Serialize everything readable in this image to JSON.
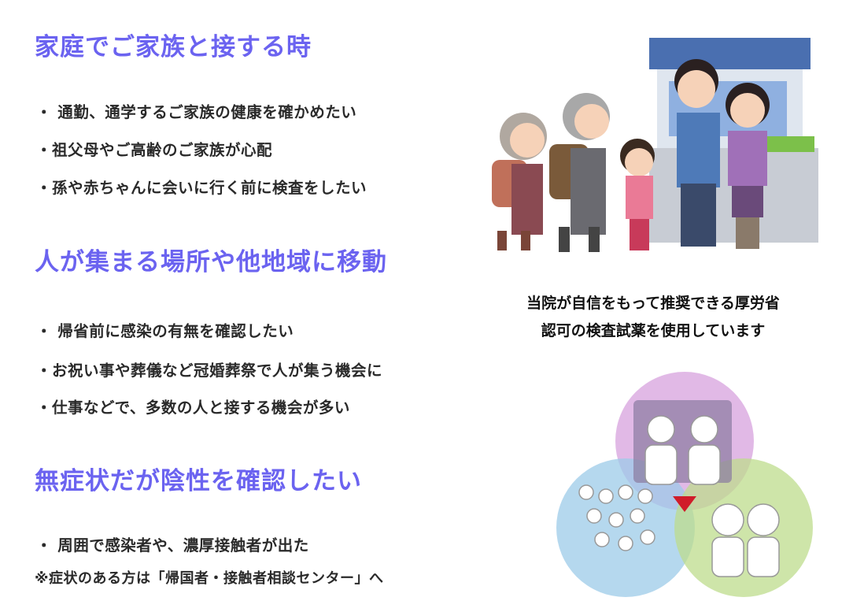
{
  "sections": [
    {
      "heading": "家庭でご家族と接する時",
      "items": [
        "・ 通勤、通学するご家族の健康を確かめたい",
        "・祖父母やご高齢のご家族が心配",
        "・孫や赤ちゃんに会いに行く前に検査をしたい"
      ]
    },
    {
      "heading": "人が集まる場所や他地域に移動",
      "items": [
        "・ 帰省前に感染の有無を確認したい",
        "・お祝い事や葬儀など冠婚葬祭で人が集う機会に",
        "・仕事などで、多数の人と接する機会が多い"
      ]
    },
    {
      "heading": "無症状だが陰性を確認したい",
      "items": [
        "・ 周囲で感染者や、濃厚接触者が出た"
      ],
      "note": "※症状のある方は「帰国者・接触者相談センター」へ"
    }
  ],
  "caption": {
    "line1": "当院が自信をもって推奨できる厚労省",
    "line2": "認可の検査試薬を使用しています"
  },
  "colors": {
    "heading": "#6b63f0"
  }
}
